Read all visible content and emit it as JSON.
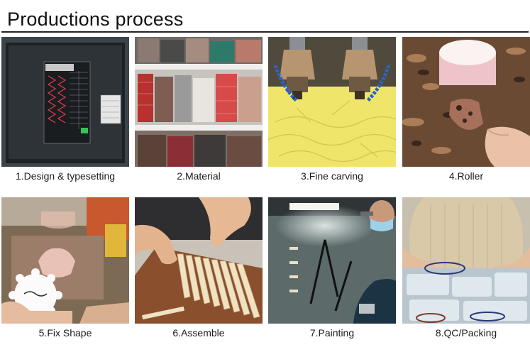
{
  "page": {
    "title": "Productions process"
  },
  "steps": [
    {
      "label": "1.Design & typesetting",
      "scene": "computer-monitor-cad"
    },
    {
      "label": "2.Material",
      "scene": "acetate-sheet-shelves"
    },
    {
      "label": "3.Fine carving",
      "scene": "cnc-carving-machine"
    },
    {
      "label": "4.Roller",
      "scene": "tumbling-roller-parts"
    },
    {
      "label": "5.Fix Shape",
      "scene": "shaping-mold"
    },
    {
      "label": "6.Assemble",
      "scene": "hand-assembly"
    },
    {
      "label": "7.Painting",
      "scene": "spray-painting"
    },
    {
      "label": "8.QC/Packing",
      "scene": "quality-check-packing"
    }
  ]
}
